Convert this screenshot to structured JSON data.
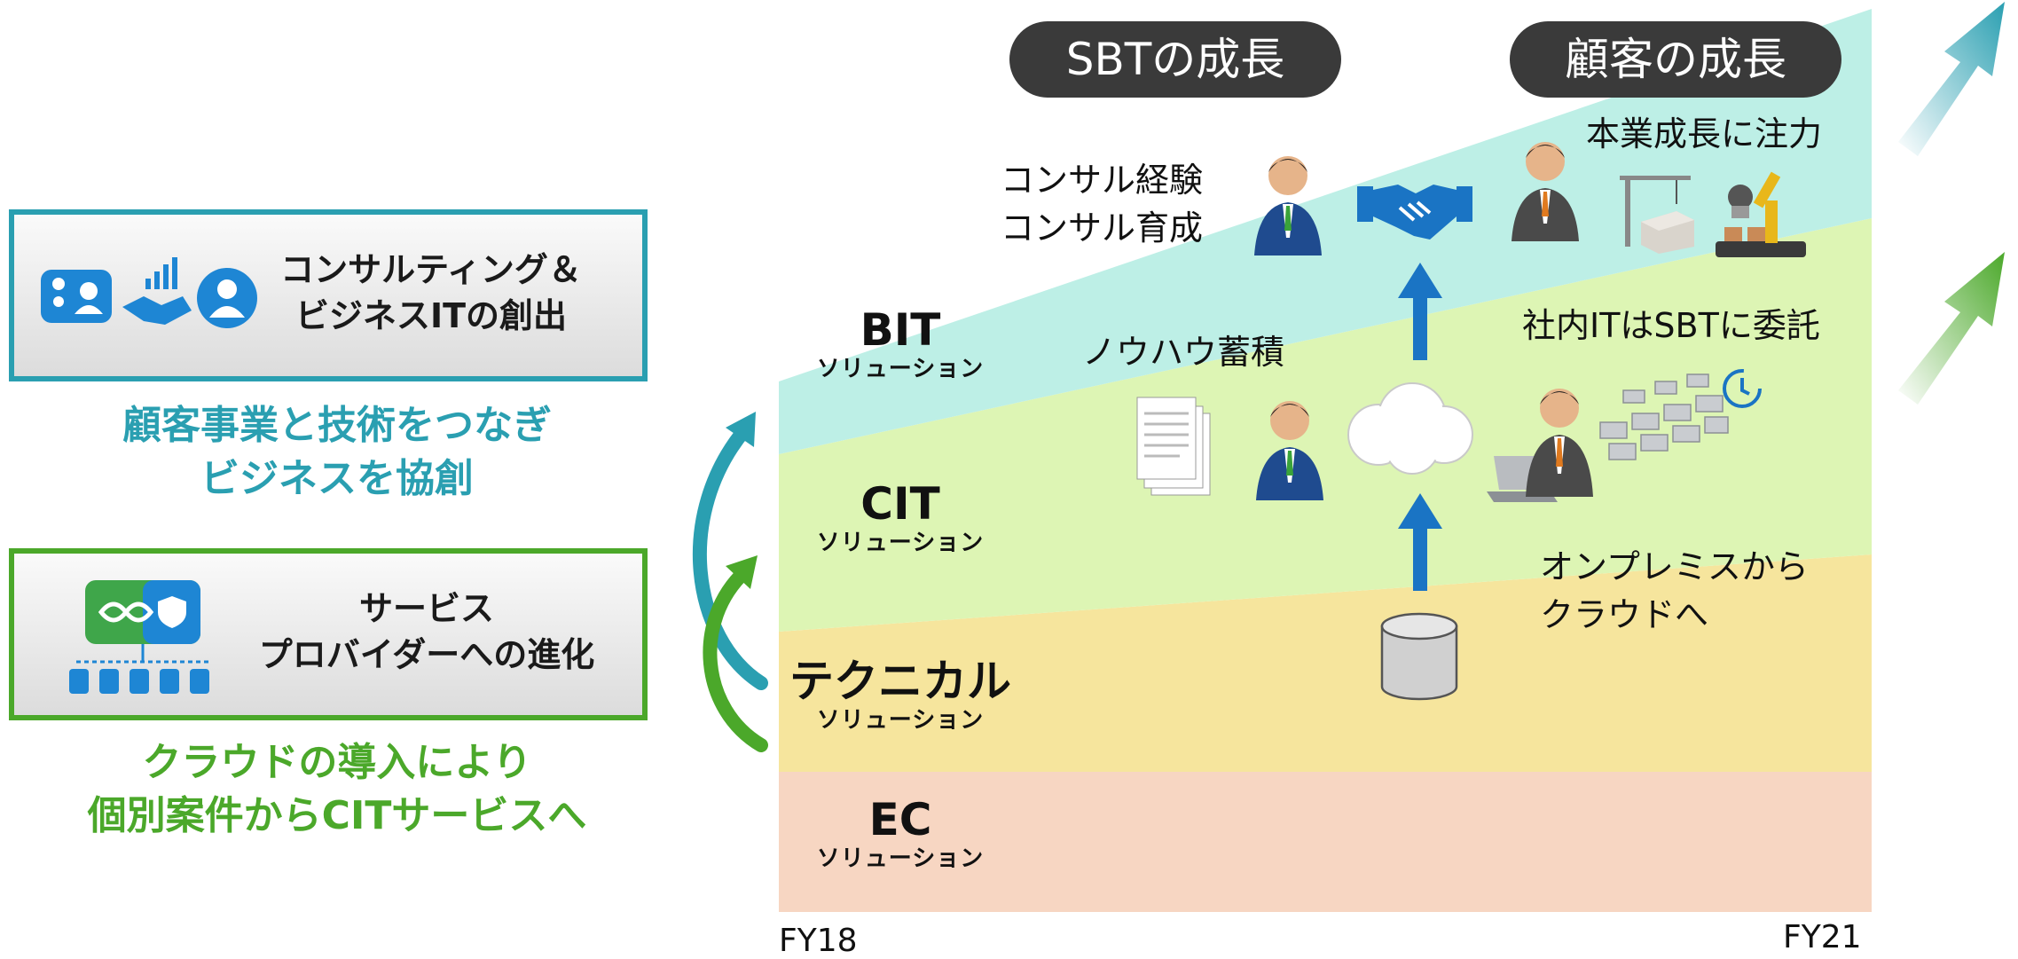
{
  "left_panel": {
    "box_consulting": {
      "title": [
        "コンサルティング＆",
        "ビジネスITの創出"
      ]
    },
    "caption_consulting": [
      "顧客事業と技術をつなぎ",
      "ビジネスを協創"
    ],
    "box_service": {
      "title": [
        "サービス",
        "プロバイダーへの進化"
      ]
    },
    "caption_service": [
      "クラウドの導入により",
      "個別案件からCITサービスへ"
    ]
  },
  "layers": [
    {
      "name": "BIT",
      "sub": "ソリューション",
      "color": "#bdefe6"
    },
    {
      "name": "CIT",
      "sub": "ソリューション",
      "color": "#ddf5b4"
    },
    {
      "name": "テクニカル",
      "sub": "ソリューション",
      "color": "#f6e59d"
    },
    {
      "name": "EC",
      "sub": "ソリューション",
      "color": "#f7d6c2"
    }
  ],
  "headers": {
    "sbt_growth": "SBTの成長",
    "customer_growth": "顧客の成長"
  },
  "notes": {
    "consulting": [
      "コンサル経験",
      "コンサル育成"
    ],
    "core_business": "本業成長に注力",
    "knowhow": "ノウハウ蓄積",
    "outsourcing": "社内ITはSBTに委託",
    "cloud_shift": [
      "オンプレミスから",
      "クラウドへ"
    ]
  },
  "axis": {
    "start": "FY18",
    "end": "FY21"
  },
  "colors": {
    "teal": "#2a9fb1",
    "green": "#4ba82a",
    "arrow_blue": "#1a74c4",
    "pill": "#3a3a3a"
  },
  "icons": [
    "businessman-icon",
    "handshake-icon",
    "cloud-icon",
    "database-icon",
    "documents-icon",
    "laptop-icon",
    "office-desks-icon",
    "clock-icon",
    "crane-icon",
    "robot-arm-icon",
    "infinity-icon",
    "shield-icon",
    "server-icon"
  ]
}
